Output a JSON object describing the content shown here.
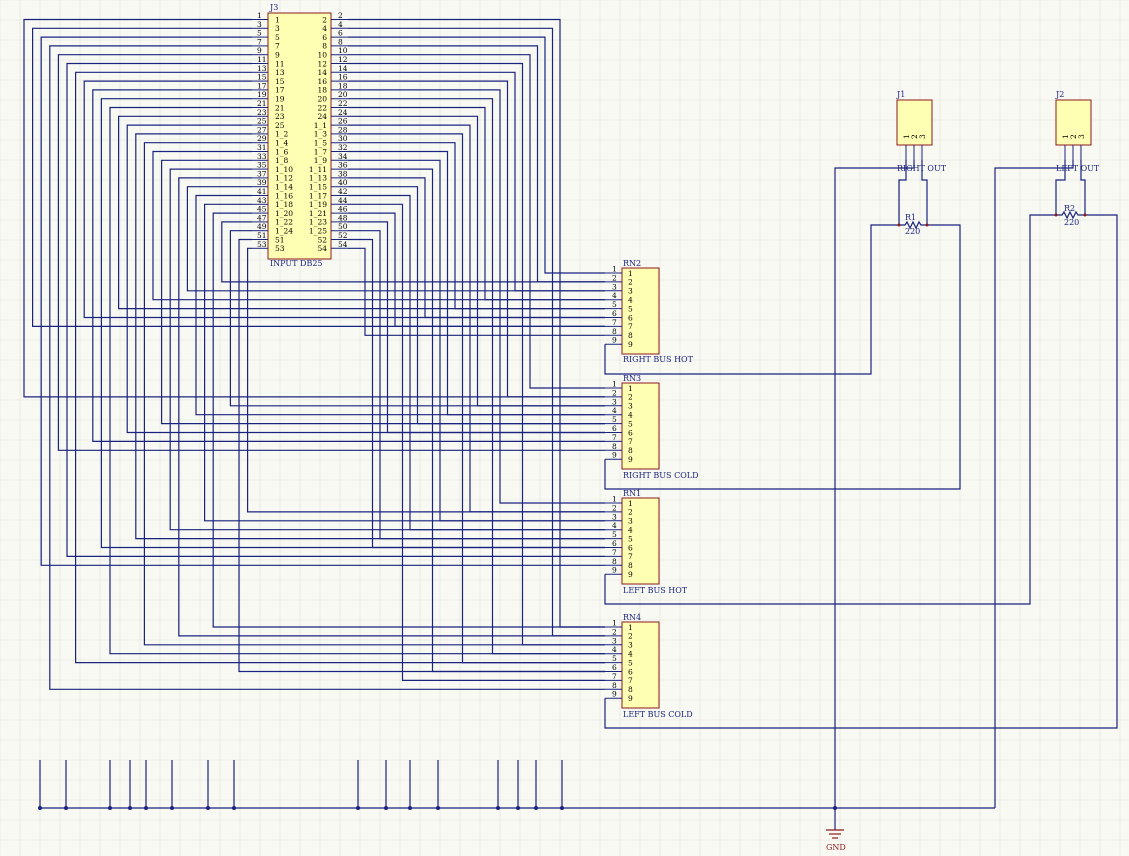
{
  "schematic": {
    "j3": {
      "designator": "J3",
      "name": "INPUT DB25",
      "left_pins": [
        "1",
        "3",
        "5",
        "7",
        "9",
        "11",
        "13",
        "15",
        "17",
        "19",
        "21",
        "23",
        "25",
        "1_2",
        "1_4",
        "1_6",
        "1_8",
        "1_10",
        "1_12",
        "1_14",
        "1_16",
        "1_18",
        "1_20",
        "1_22",
        "1_24",
        "51",
        "53"
      ],
      "right_pins": [
        "2",
        "4",
        "6",
        "8",
        "10",
        "12",
        "14",
        "16",
        "18",
        "20",
        "22",
        "24",
        "1_1",
        "1_3",
        "1_5",
        "1_7",
        "1_9",
        "1_11",
        "1_13",
        "1_15",
        "1_17",
        "1_19",
        "1_21",
        "1_23",
        "1_25",
        "52",
        "54"
      ],
      "left_outer": [
        "1",
        "3",
        "5",
        "7",
        "9",
        "11",
        "13",
        "15",
        "17",
        "19",
        "21",
        "23",
        "25",
        "27",
        "29",
        "31",
        "33",
        "35",
        "37",
        "39",
        "41",
        "43",
        "45",
        "47",
        "49",
        "51",
        "53"
      ],
      "right_outer": [
        "2",
        "4",
        "6",
        "8",
        "10",
        "12",
        "14",
        "16",
        "18",
        "20",
        "22",
        "24",
        "26",
        "28",
        "30",
        "32",
        "34",
        "36",
        "38",
        "40",
        "42",
        "44",
        "46",
        "48",
        "50",
        "52",
        "54"
      ]
    },
    "resistor_networks": [
      {
        "designator": "RN2",
        "name": "RIGHT BUS HOT",
        "pins": [
          "1",
          "2",
          "3",
          "4",
          "5",
          "6",
          "7",
          "8",
          "9"
        ]
      },
      {
        "designator": "RN3",
        "name": "RIGHT BUS COLD",
        "pins": [
          "1",
          "2",
          "3",
          "4",
          "5",
          "6",
          "7",
          "8",
          "9"
        ]
      },
      {
        "designator": "RN1",
        "name": "LEFT BUS HOT",
        "pins": [
          "1",
          "2",
          "3",
          "4",
          "5",
          "6",
          "7",
          "8",
          "9"
        ]
      },
      {
        "designator": "RN4",
        "name": "LEFT BUS COLD",
        "pins": [
          "1",
          "2",
          "3",
          "4",
          "5",
          "6",
          "7",
          "8",
          "9"
        ]
      }
    ],
    "connectors": [
      {
        "designator": "J1",
        "name": "RIGHT OUT",
        "pins": [
          "1",
          "2",
          "3"
        ]
      },
      {
        "designator": "J2",
        "name": "LEFT OUT",
        "pins": [
          "1",
          "2",
          "3"
        ]
      }
    ],
    "resistors": [
      {
        "designator": "R1",
        "value": "220"
      },
      {
        "designator": "R2",
        "value": "220"
      }
    ],
    "ground": {
      "label": "GND"
    },
    "colors": {
      "wire": "#1a237e",
      "component_fill": "#ffffb4",
      "component_border": "#8b1a1a",
      "grid": "#e2e2d8"
    }
  }
}
